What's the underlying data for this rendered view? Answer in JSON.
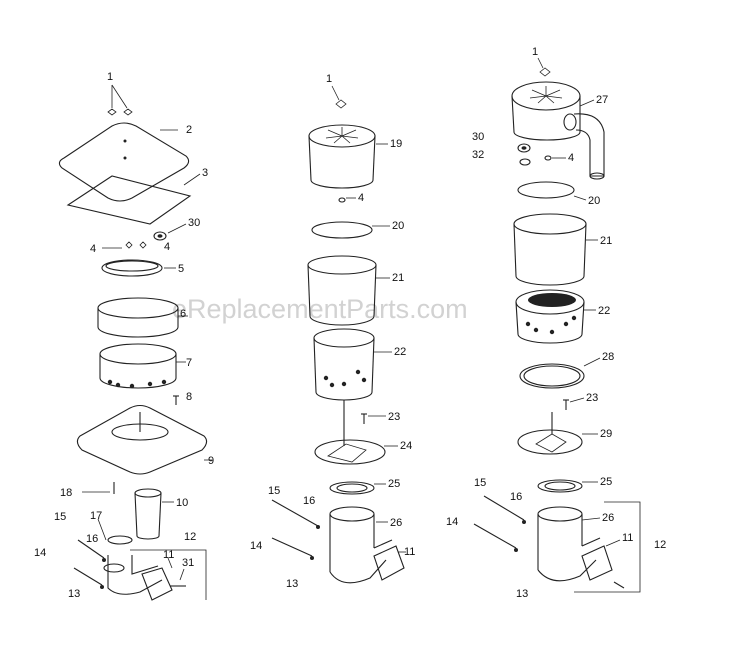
{
  "watermark": "eReplacementParts.com",
  "callouts": {
    "left": [
      "1",
      "2",
      "3",
      "30",
      "4",
      "4",
      "5",
      "6",
      "7",
      "8",
      "9",
      "18",
      "10",
      "17",
      "12",
      "15",
      "16",
      "11",
      "31",
      "14",
      "13"
    ],
    "middle": [
      "1",
      "19",
      "4",
      "20",
      "21",
      "22",
      "23",
      "24",
      "15",
      "16",
      "25",
      "26",
      "14",
      "11",
      "13"
    ],
    "right": [
      "1",
      "27",
      "30",
      "4",
      "32",
      "20",
      "21",
      "22",
      "28",
      "23",
      "29",
      "15",
      "16",
      "25",
      "14",
      "26",
      "11",
      "12",
      "13"
    ]
  }
}
